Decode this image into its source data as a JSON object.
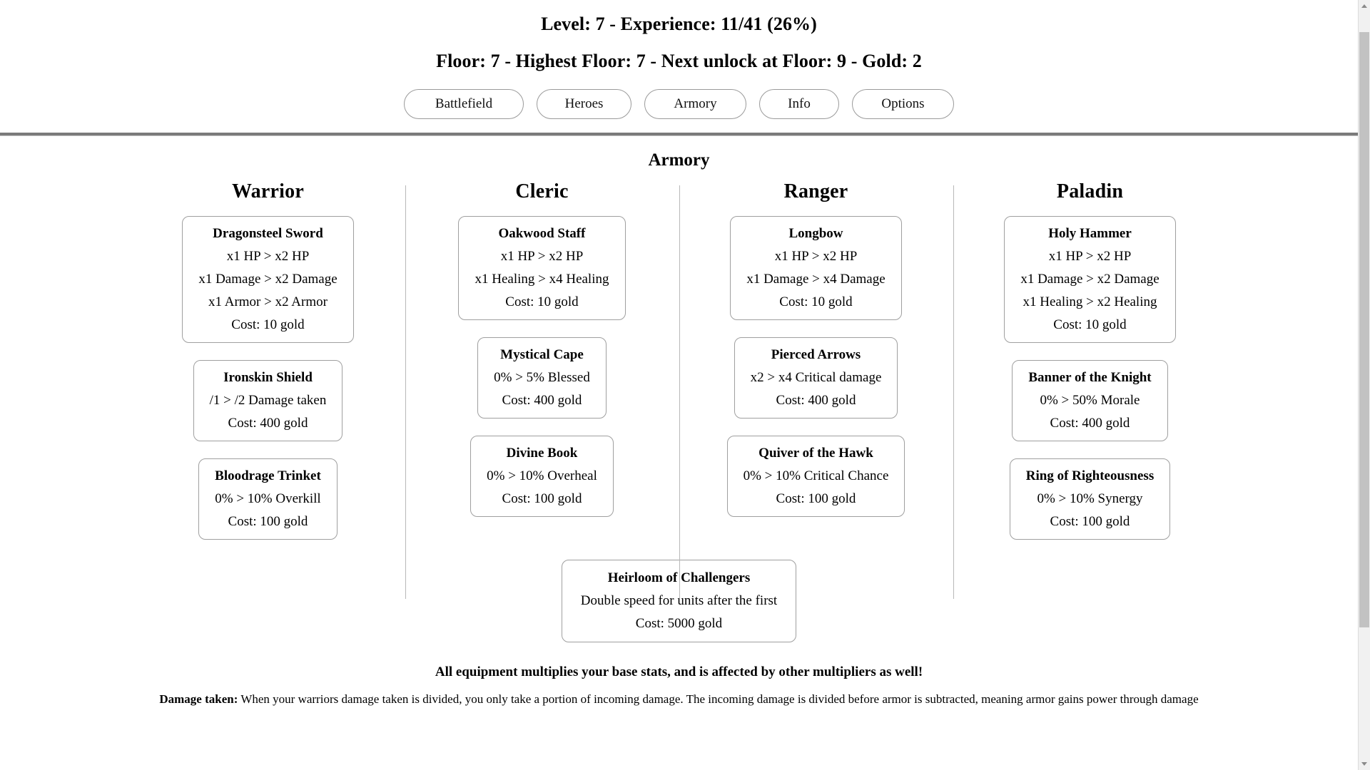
{
  "header": {
    "stat_line_1": "Level: 7 - Experience: 11/41 (26%)",
    "stat_line_2": "Floor: 7 - Highest Floor: 7 - Next unlock at Floor: 9 - Gold: 2",
    "level": 7,
    "experience_current": 11,
    "experience_max": 41,
    "experience_percent": "26%",
    "floor": 7,
    "highest_floor": 7,
    "next_unlock_floor": 9,
    "gold": 2,
    "nav": [
      {
        "label": "Battlefield",
        "width_class": "w-battlefield"
      },
      {
        "label": "Heroes",
        "width_class": "w-heroes"
      },
      {
        "label": "Armory",
        "width_class": "w-armory"
      },
      {
        "label": "Info",
        "width_class": "w-info"
      },
      {
        "label": "Options",
        "width_class": "w-options"
      }
    ]
  },
  "page_title": "Armory",
  "columns": [
    {
      "title": "Warrior",
      "cards": [
        {
          "name": "Dragonsteel Sword",
          "lines": [
            "x1 HP > x2 HP",
            "x1 Damage > x2 Damage",
            "x1 Armor > x2 Armor",
            "Cost: 10 gold"
          ]
        },
        {
          "name": "Ironskin Shield",
          "lines": [
            "/1 > /2 Damage taken",
            "Cost: 400 gold"
          ]
        },
        {
          "name": "Bloodrage Trinket",
          "lines": [
            "0% > 10% Overkill",
            "Cost: 100 gold"
          ]
        }
      ]
    },
    {
      "title": "Cleric",
      "cards": [
        {
          "name": "Oakwood Staff",
          "lines": [
            "x1 HP > x2 HP",
            "x1 Healing > x4 Healing",
            "Cost: 10 gold"
          ]
        },
        {
          "name": "Mystical Cape",
          "lines": [
            "0% > 5% Blessed",
            "Cost: 400 gold"
          ]
        },
        {
          "name": "Divine Book",
          "lines": [
            "0% > 10% Overheal",
            "Cost: 100 gold"
          ]
        }
      ]
    },
    {
      "title": "Ranger",
      "cards": [
        {
          "name": "Longbow",
          "lines": [
            "x1 HP > x2 HP",
            "x1 Damage > x4 Damage",
            "Cost: 10 gold"
          ]
        },
        {
          "name": "Pierced Arrows",
          "lines": [
            "x2 > x4 Critical damage",
            "Cost: 400 gold"
          ]
        },
        {
          "name": "Quiver of the Hawk",
          "lines": [
            "0% > 10% Critical Chance",
            "Cost: 100 gold"
          ]
        }
      ]
    },
    {
      "title": "Paladin",
      "cards": [
        {
          "name": "Holy Hammer",
          "lines": [
            "x1 HP > x2 HP",
            "x1 Damage > x2 Damage",
            "x1 Healing > x2 Healing",
            "Cost: 10 gold"
          ]
        },
        {
          "name": "Banner of the Knight",
          "lines": [
            "0% > 50% Morale",
            "Cost: 400 gold"
          ]
        },
        {
          "name": "Ring of Righteousness",
          "lines": [
            "0% > 10% Synergy",
            "Cost: 100 gold"
          ]
        }
      ]
    }
  ],
  "heirloom": {
    "name": "Heirloom of Challengers",
    "lines": [
      "Double speed for units after the first",
      "Cost: 5000 gold"
    ]
  },
  "footer": {
    "headline": "All equipment multiplies your base stats, and is affected by other multipliers as well!",
    "note_label": "Damage taken:",
    "note_text": " When your warriors damage taken is divided, you only take a portion of incoming damage. The incoming damage is divided before armor is subtracted, meaning armor gains power through damage"
  },
  "scrollbar": {
    "up_arrow": "scroll-up-arrow",
    "down_arrow": "scroll-down-arrow"
  }
}
